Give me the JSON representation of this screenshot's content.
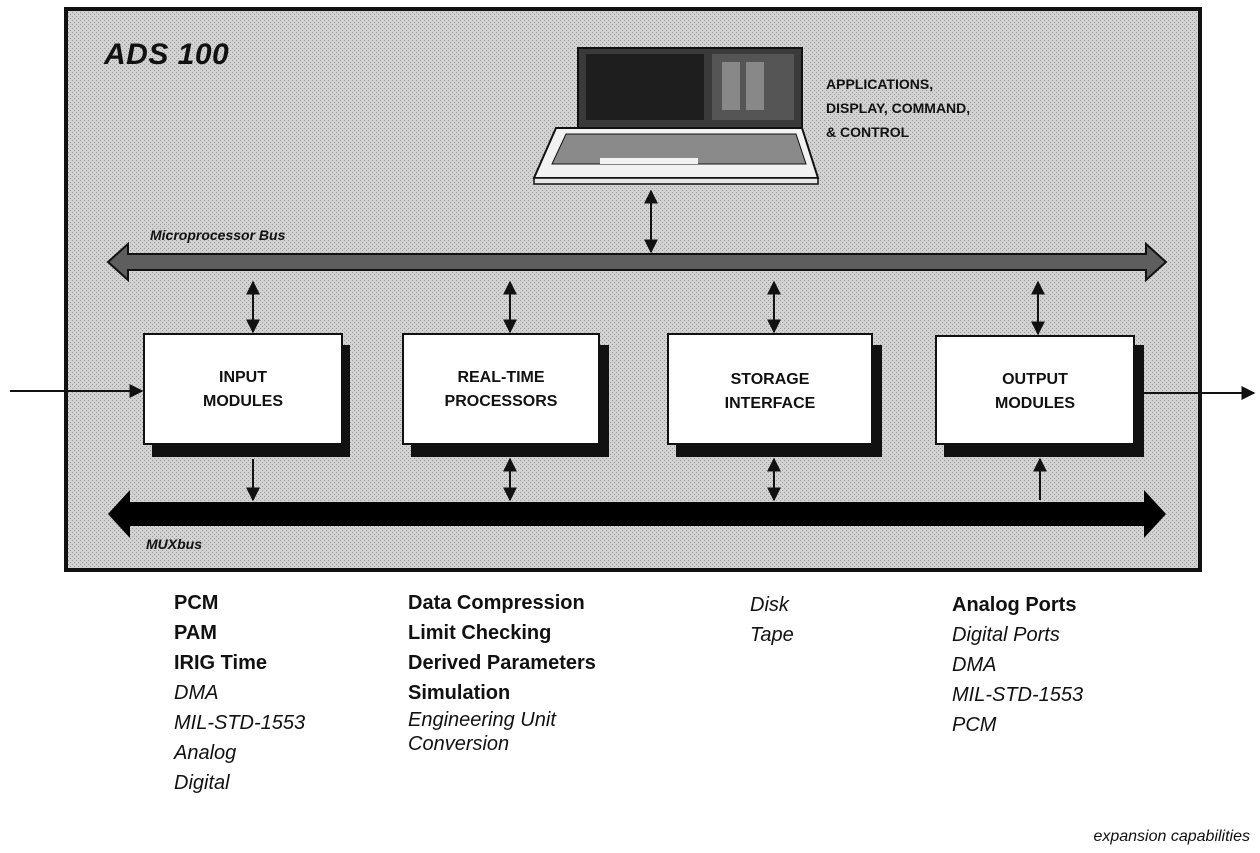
{
  "system": {
    "title": "ADS 100"
  },
  "console": {
    "label": "APPLICATIONS,\nDISPLAY, COMMAND,\n& CONTROL"
  },
  "buses": {
    "microprocessor": "Microprocessor Bus",
    "mux": "MUXbus"
  },
  "modules": [
    {
      "label": "INPUT\nMODULES"
    },
    {
      "label": "REAL-TIME\nPROCESSORS"
    },
    {
      "label": "STORAGE\nINTERFACE"
    },
    {
      "label": "OUTPUT\nMODULES"
    }
  ],
  "capabilities": {
    "input": [
      {
        "text": "PCM",
        "style": "bold"
      },
      {
        "text": "PAM",
        "style": "bold"
      },
      {
        "text": "IRIG Time",
        "style": "bold"
      },
      {
        "text": "DMA",
        "style": "italic"
      },
      {
        "text": "MIL-STD-1553",
        "style": "italic"
      },
      {
        "text": "Analog",
        "style": "italic"
      },
      {
        "text": "Digital",
        "style": "italic"
      }
    ],
    "processors": [
      {
        "text": "Data Compression",
        "style": "bold"
      },
      {
        "text": "Limit Checking",
        "style": "bold"
      },
      {
        "text": "Derived Parameters",
        "style": "bold"
      },
      {
        "text": "Simulation",
        "style": "bold"
      },
      {
        "text": "Engineering Unit\n Conversion",
        "style": "italic"
      }
    ],
    "storage": [
      {
        "text": "Disk",
        "style": "italic"
      },
      {
        "text": "Tape",
        "style": "italic"
      }
    ],
    "output": [
      {
        "text": "Analog Ports",
        "style": "bold"
      },
      {
        "text": "Digital Ports",
        "style": "italic"
      },
      {
        "text": "DMA",
        "style": "italic"
      },
      {
        "text": "MIL-STD-1553",
        "style": "italic"
      },
      {
        "text": "PCM",
        "style": "italic"
      }
    ]
  },
  "caption": "expansion capabilities",
  "colors": {
    "panel": "#cdcdcd",
    "bus_micro": "#5e5e5e",
    "bus_mux": "#000000",
    "box": "#ffffff",
    "shadow": "#111111"
  }
}
